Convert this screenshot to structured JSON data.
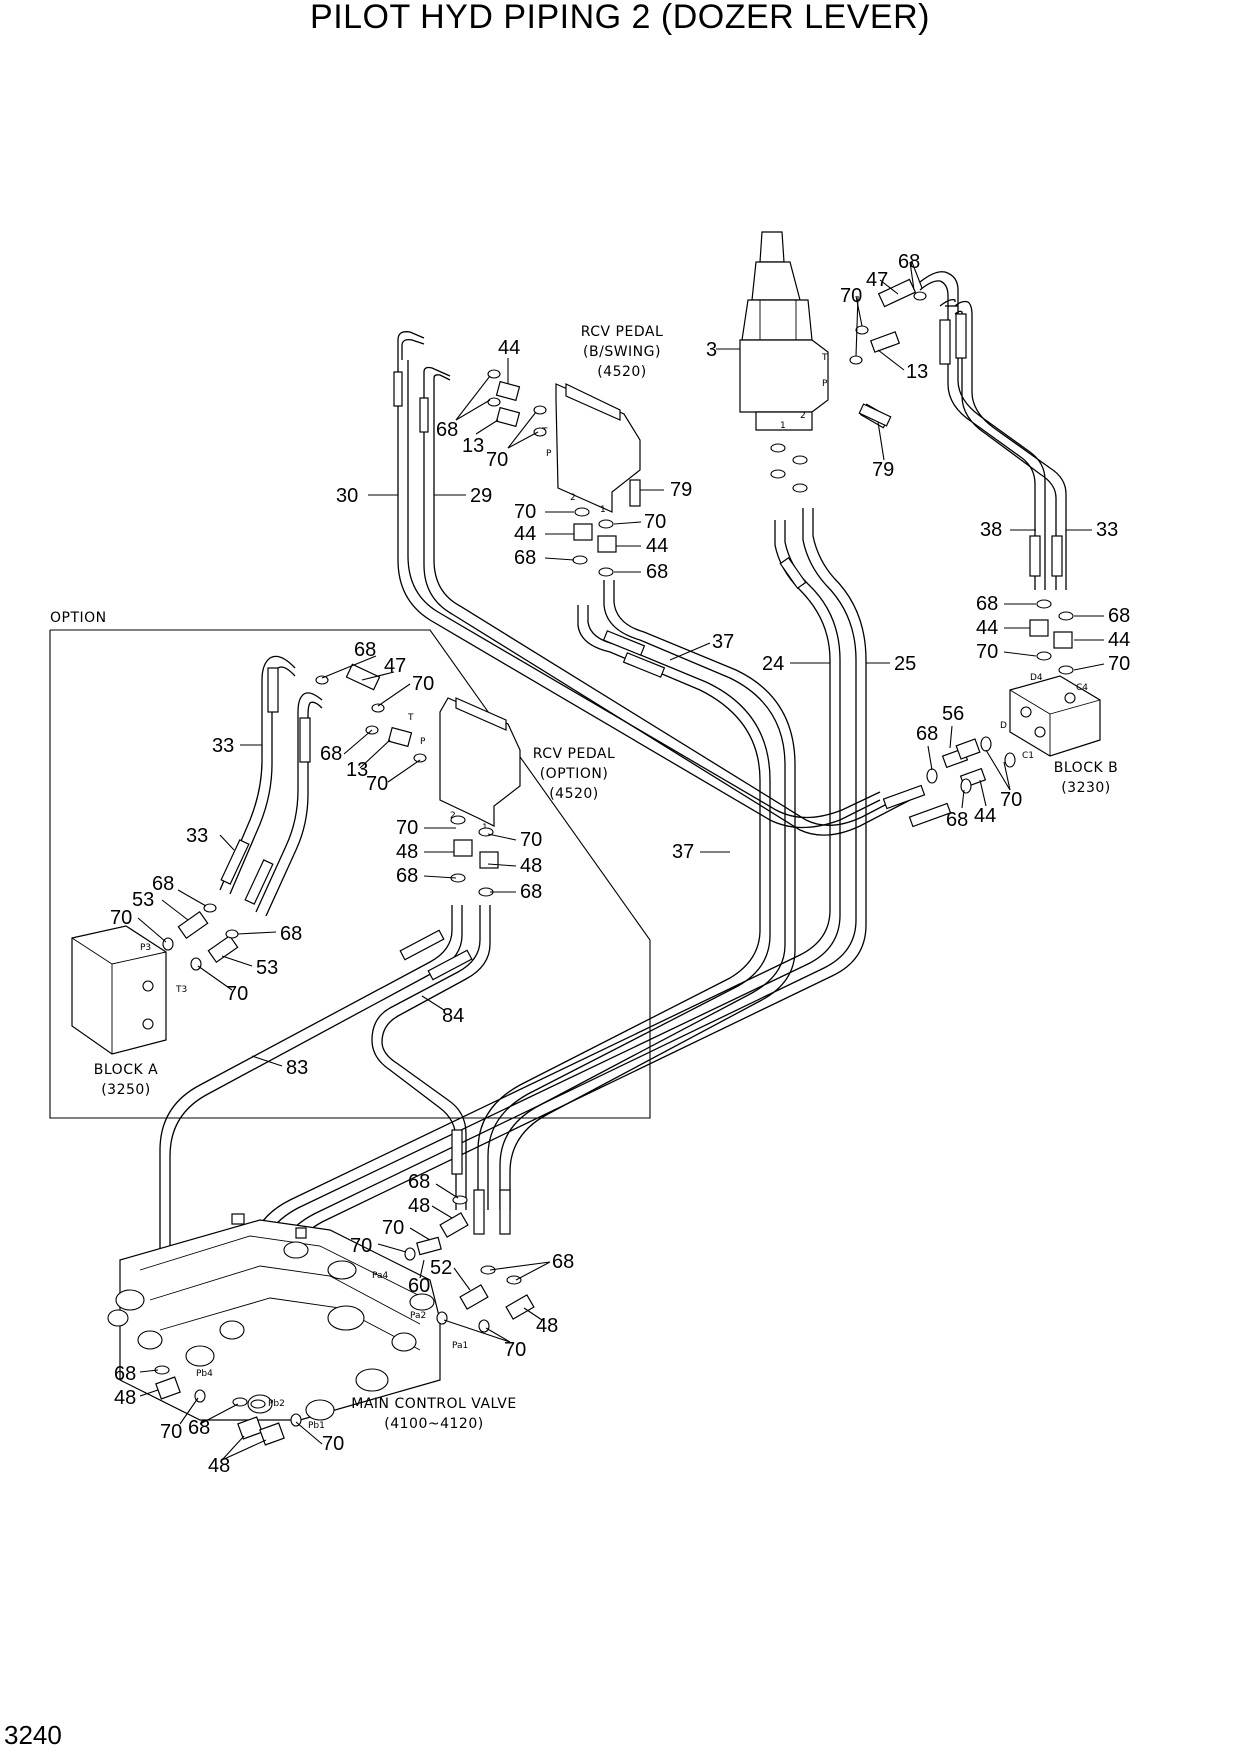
{
  "title": "PILOT HYD PIPING 2 (DOZER LEVER)",
  "page_number": "3240",
  "option_label": "OPTION",
  "components": {
    "rcv_pedal_bswing": {
      "line1": "RCV PEDAL",
      "line2": "(B/SWING)",
      "line3": "(4520)"
    },
    "rcv_pedal_option": {
      "line1": "RCV PEDAL",
      "line2": "(OPTION)",
      "line3": "(4520)"
    },
    "block_a": {
      "line1": "BLOCK A",
      "line2": "(3250)"
    },
    "block_b": {
      "line1": "BLOCK B",
      "line2": "(3230)"
    },
    "main_control_valve": {
      "line1": "MAIN CONTROL VALVE",
      "line2": "(4100~4120)"
    }
  },
  "ports": {
    "t": "T",
    "p": "P",
    "one": "1",
    "two": "2",
    "d4": "D4",
    "c4": "C4",
    "d": "D",
    "c1": "C1",
    "p3": "P3",
    "t3": "T3",
    "pa4": "Pa4",
    "pa2": "Pa2",
    "pa1": "Pa1",
    "pb4": "Pb4",
    "pb2": "Pb2",
    "pb1": "Pb1"
  },
  "callouts": {
    "c3": "3",
    "c68_ctl": "68",
    "c47_ctl": "47",
    "c70_ctl": "70",
    "c13_ctl": "13",
    "c79_ctl": "79",
    "c44_rcv": "44",
    "c68_rcv": "68",
    "c13_rcv": "13",
    "c70_rcv": "70",
    "c79_rcv": "79",
    "c30": "30",
    "c29": "29",
    "c70_rcv2": "70",
    "c44_rcv2": "44",
    "c68_rcv2": "68",
    "c70_rcv3": "70",
    "c44_rcv3": "44",
    "c68_rcv3": "68",
    "c38": "38",
    "c33_r": "33",
    "c68_b1": "68",
    "c44_b1": "44",
    "c70_b1": "70",
    "c68_b2": "68",
    "c44_b2": "44",
    "c70_b2": "70",
    "c37_top": "37",
    "c24": "24",
    "c25": "25",
    "c56": "56",
    "c68_b3": "68",
    "c68_b4": "68",
    "c44_b3": "44",
    "c70_b3": "70",
    "c68_opt": "68",
    "c47_opt": "47",
    "c70_opt": "70",
    "c33_opt1": "33",
    "c68_opt2": "68",
    "c13_opt": "13",
    "c70_opt2": "70",
    "c33_opt2": "33",
    "c68_a1": "68",
    "c53_a1": "53",
    "c70_a1": "70",
    "c68_a2": "68",
    "c53_a2": "53",
    "c70_a2": "70",
    "c70_o1": "70",
    "c48_o1": "48",
    "c68_o1": "68",
    "c70_o2": "70",
    "c48_o2": "48",
    "c68_o2": "68",
    "c37_mid": "37",
    "c84": "84",
    "c83": "83",
    "c68_m1": "68",
    "c48_m1": "48",
    "c70_m1": "70",
    "c70_m2": "70",
    "c60": "60",
    "c52": "52",
    "c68_m2": "68",
    "c48_m2": "48",
    "c70_m3": "70",
    "c68_m3": "68",
    "c48_m3": "48",
    "c70_m4": "70",
    "c68_m4": "68",
    "c48_m4": "48",
    "c70_m5": "70"
  }
}
